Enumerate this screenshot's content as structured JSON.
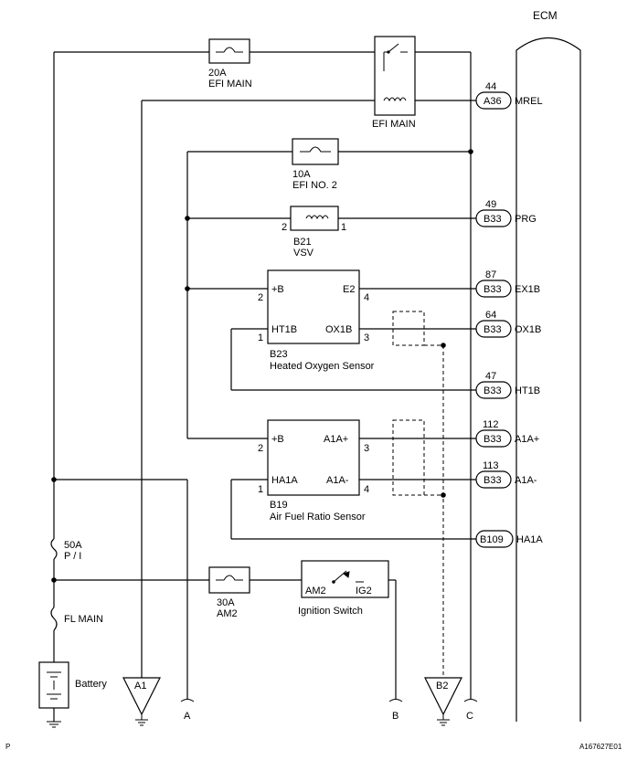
{
  "ecm": {
    "label": "ECM"
  },
  "connectors": [
    {
      "id": "A36",
      "pin": "44",
      "signal": "MREL"
    },
    {
      "id": "B33",
      "pin": "49",
      "signal": "PRG"
    },
    {
      "id": "B33",
      "pin": "87",
      "signal": "EX1B"
    },
    {
      "id": "B33",
      "pin": "64",
      "signal": "OX1B"
    },
    {
      "id": "B33",
      "pin": "47",
      "signal": "HT1B"
    },
    {
      "id": "B33",
      "pin": "112",
      "signal": "A1A+"
    },
    {
      "id": "B33",
      "pin": "113",
      "signal": "A1A-"
    },
    {
      "id": "B109",
      "pin": "",
      "signal": "HA1A"
    }
  ],
  "fuses": {
    "efi_main_fuse": {
      "rating": "20A",
      "name": "EFI MAIN"
    },
    "efi_no2_fuse": {
      "rating": "10A",
      "name": "EFI NO. 2"
    },
    "am2_fuse": {
      "rating": "30A",
      "name": "AM2"
    },
    "pi_fuse": {
      "rating": "50A",
      "name": "P / I"
    },
    "fl_main": {
      "name": "FL MAIN"
    }
  },
  "relay": {
    "name": "EFI MAIN"
  },
  "vsv": {
    "id": "B21",
    "name": "VSV",
    "pin1": "1",
    "pin2": "2"
  },
  "o2_sensor": {
    "id": "B23",
    "name": "Heated Oxygen Sensor",
    "term_b": "+B",
    "term_e2": "E2",
    "term_ht": "HT1B",
    "term_ox": "OX1B",
    "pin_b": "2",
    "pin_e2": "4",
    "pin_ht": "1",
    "pin_ox": "3"
  },
  "af_sensor": {
    "id": "B19",
    "name": "Air Fuel Ratio Sensor",
    "term_b": "+B",
    "term_a1p": "A1A+",
    "term_ha": "HA1A",
    "term_a1m": "A1A-",
    "pin_b": "2",
    "pin_a1p": "3",
    "pin_ha": "1",
    "pin_a1m": "4"
  },
  "ignition_switch": {
    "name": "Ignition Switch",
    "am2": "AM2",
    "ig2": "IG2"
  },
  "battery": {
    "name": "Battery"
  },
  "grounds": {
    "a1": "A1",
    "b2": "B2"
  },
  "break_labels": {
    "a": "A",
    "b": "B",
    "c": "C"
  },
  "footer": {
    "left": "P",
    "right": "A167627E01"
  }
}
